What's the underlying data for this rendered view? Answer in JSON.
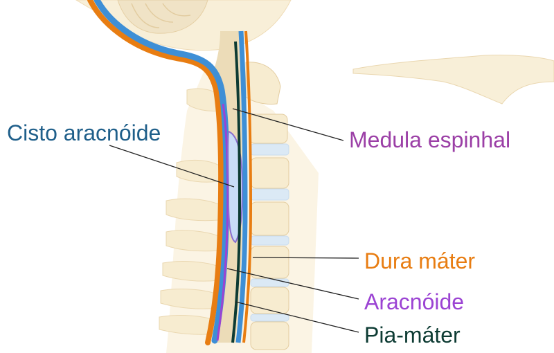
{
  "labels": {
    "cyst": "Cisto aracnóide",
    "spinal_cord": "Medula espinhal",
    "dura": "Dura máter",
    "arachnoid": "Aracnóide",
    "pia": "Pia-máter"
  },
  "colors": {
    "cyst": "#1f5f8a",
    "spinal_cord": "#9b3fa6",
    "dura": "#e87d12",
    "arachnoid": "#9b43d3",
    "pia": "#0d3b33",
    "spine_fill": "#f7ecd0",
    "disc_fill": "#dbe9f5",
    "blue_layer": "#3e8fd6",
    "cyst_fill": "#c9dcf7"
  }
}
